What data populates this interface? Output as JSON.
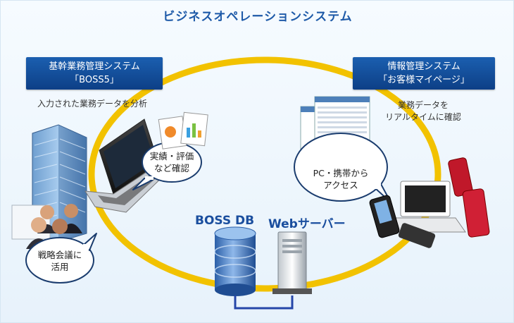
{
  "title": "ビジネスオペレーションシステム",
  "left_box": {
    "line1": "基幹業務管理システム",
    "line2": "「BOSS5」"
  },
  "left_note": "入力された業務データを分析",
  "right_box": {
    "line1": "情報管理システム",
    "line2": "「お客様マイページ」"
  },
  "right_note": {
    "line1": "業務データを",
    "line2": "リアルタイムに確認"
  },
  "bubble_results": {
    "line1": "実績・評価",
    "line2": "など確認"
  },
  "bubble_meeting": {
    "line1": "戦略会議に",
    "line2": "活用"
  },
  "bubble_access": {
    "line1": "PC・携帯から",
    "line2": "アクセス"
  },
  "db_label": "BOSS DB",
  "server_label": "Webサーバー",
  "colors": {
    "ring": "#f2c200",
    "box": "#0d3f86",
    "title": "#1e5aa8"
  }
}
